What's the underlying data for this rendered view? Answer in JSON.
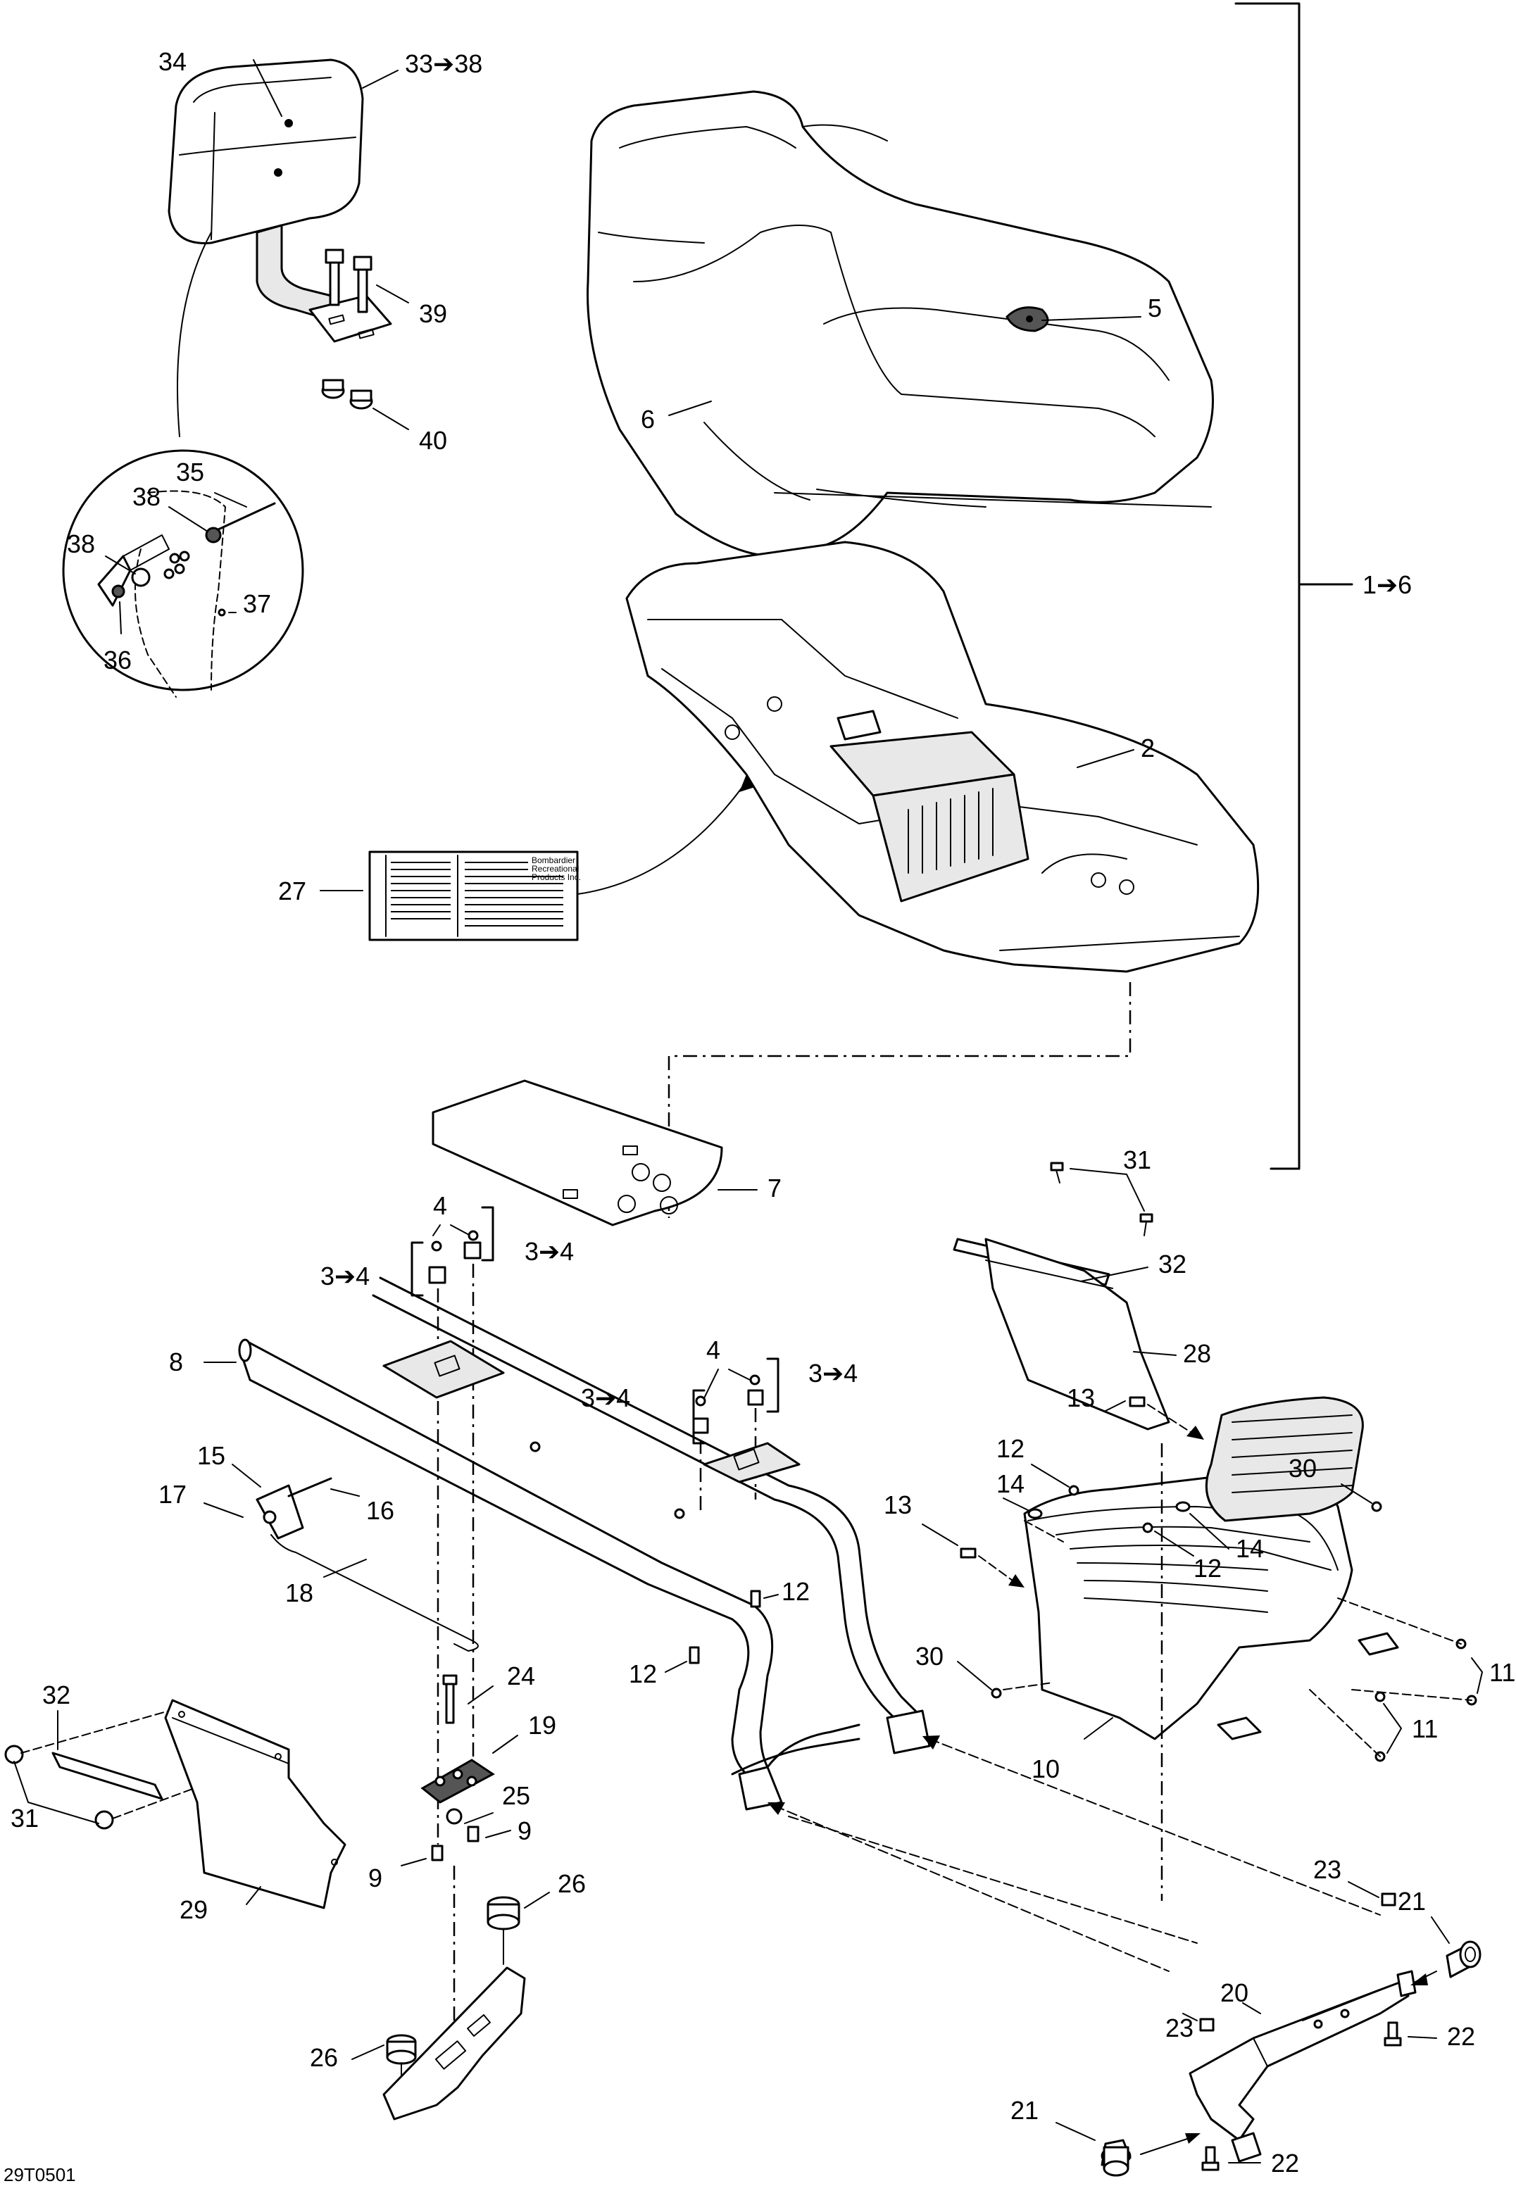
{
  "figure_code": "29T0501",
  "decal": {
    "brand_line1": "Bombardier",
    "brand_line2": "Recreational",
    "brand_line3": "Products Inc."
  },
  "callouts": {
    "c1to6": "1➔6",
    "c2": "2",
    "c3to4_a": "3➔4",
    "c3to4_b": "3➔4",
    "c3to4_c": "3➔4",
    "c3to4_d": "3➔4",
    "c4_a": "4",
    "c4_b": "4",
    "c5": "5",
    "c6": "6",
    "c7": "7",
    "c8": "8",
    "c9_a": "9",
    "c9_b": "9",
    "c10": "10",
    "c11_a": "11",
    "c11_b": "11",
    "c12_a": "12",
    "c12_b": "12",
    "c12_c": "12",
    "c12_d": "12",
    "c13_a": "13",
    "c13_b": "13",
    "c14_a": "14",
    "c14_b": "14",
    "c15": "15",
    "c16": "16",
    "c17": "17",
    "c18": "18",
    "c19": "19",
    "c20": "20",
    "c21_a": "21",
    "c21_b": "21",
    "c22_a": "22",
    "c22_b": "22",
    "c23_a": "23",
    "c23_b": "23",
    "c24": "24",
    "c25": "25",
    "c26_a": "26",
    "c26_b": "26",
    "c27": "27",
    "c28": "28",
    "c29": "29",
    "c30_a": "30",
    "c30_b": "30",
    "c31_a": "31",
    "c31_b": "31",
    "c32_a": "32",
    "c32_b": "32",
    "c33to38": "33➔38",
    "c34": "34",
    "c35": "35",
    "c36": "36",
    "c37": "37",
    "c38_a": "38",
    "c38_b": "38",
    "c39": "39",
    "c40": "40"
  }
}
